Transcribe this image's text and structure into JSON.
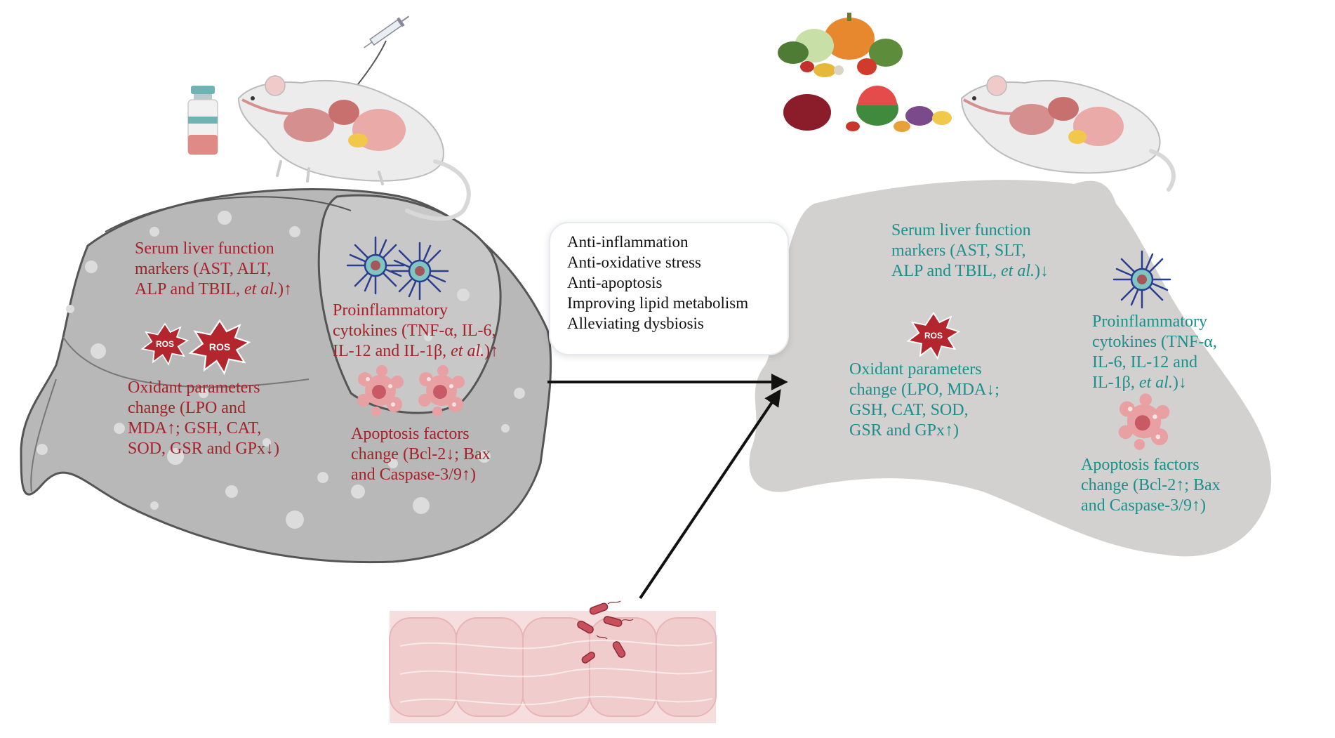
{
  "colors": {
    "damaged_liver": "#b8b8b8",
    "healthy_liver": "#d3d1cf",
    "damage_text": "#a3232a",
    "recovery_text": "#1a8f8c",
    "arrow": "#111111",
    "ros": "#b3262d",
    "apoptotic_cell": "#e8a0a2",
    "intestine": "#f4d6d6"
  },
  "icons": [
    "vial-icon",
    "syringe-icon",
    "mouse-icon",
    "vegetables-icon",
    "fruits-icon",
    "ros-burst-icon",
    "cytokine-icon",
    "apoptotic-cell-icon",
    "intestine-icon",
    "bacteria-icon"
  ],
  "left": {
    "serum": [
      "Serum liver function",
      "markers (AST, ALT,",
      "ALP and TBIL, ",
      "et al.",
      ")↑"
    ],
    "oxidant": [
      "Oxidant parameters",
      "change (LPO and",
      "MDA↑; GSH, CAT,",
      "SOD, GSR and GPx↓)"
    ],
    "cytokines": [
      "Proinflammatory",
      "cytokines (TNF-α, IL-6,",
      "IL-12 and IL-1β, ",
      "et al.",
      ")↑"
    ],
    "apoptosis": [
      "Apoptosis factors",
      "change (Bcl-2↓; Bax",
      "and Caspase-3/9↑)"
    ],
    "ros_label": "ROS"
  },
  "right": {
    "serum": [
      "Serum liver function",
      "markers (AST, SLT,",
      "ALP and TBIL, ",
      "et al.",
      ")↓"
    ],
    "oxidant": [
      "Oxidant parameters",
      "change (LPO, MDA↓;",
      "GSH,  CAT, SOD,",
      "GSR and GPx↑)"
    ],
    "cytokines": [
      "Proinflammatory",
      "cytokines (TNF-α,",
      "IL-6, IL-12 and",
      "IL-1β, ",
      "et al.",
      ")↓"
    ],
    "apoptosis": [
      "Apoptosis factors",
      "change (Bcl-2↑; Bax",
      "and Caspase-3/9↑)"
    ],
    "ros_label": "ROS"
  },
  "effects": [
    "Anti-inflammation",
    "Anti-oxidative stress",
    "Anti-apoptosis",
    "Improving lipid metabolism",
    "Alleviating dysbiosis"
  ]
}
